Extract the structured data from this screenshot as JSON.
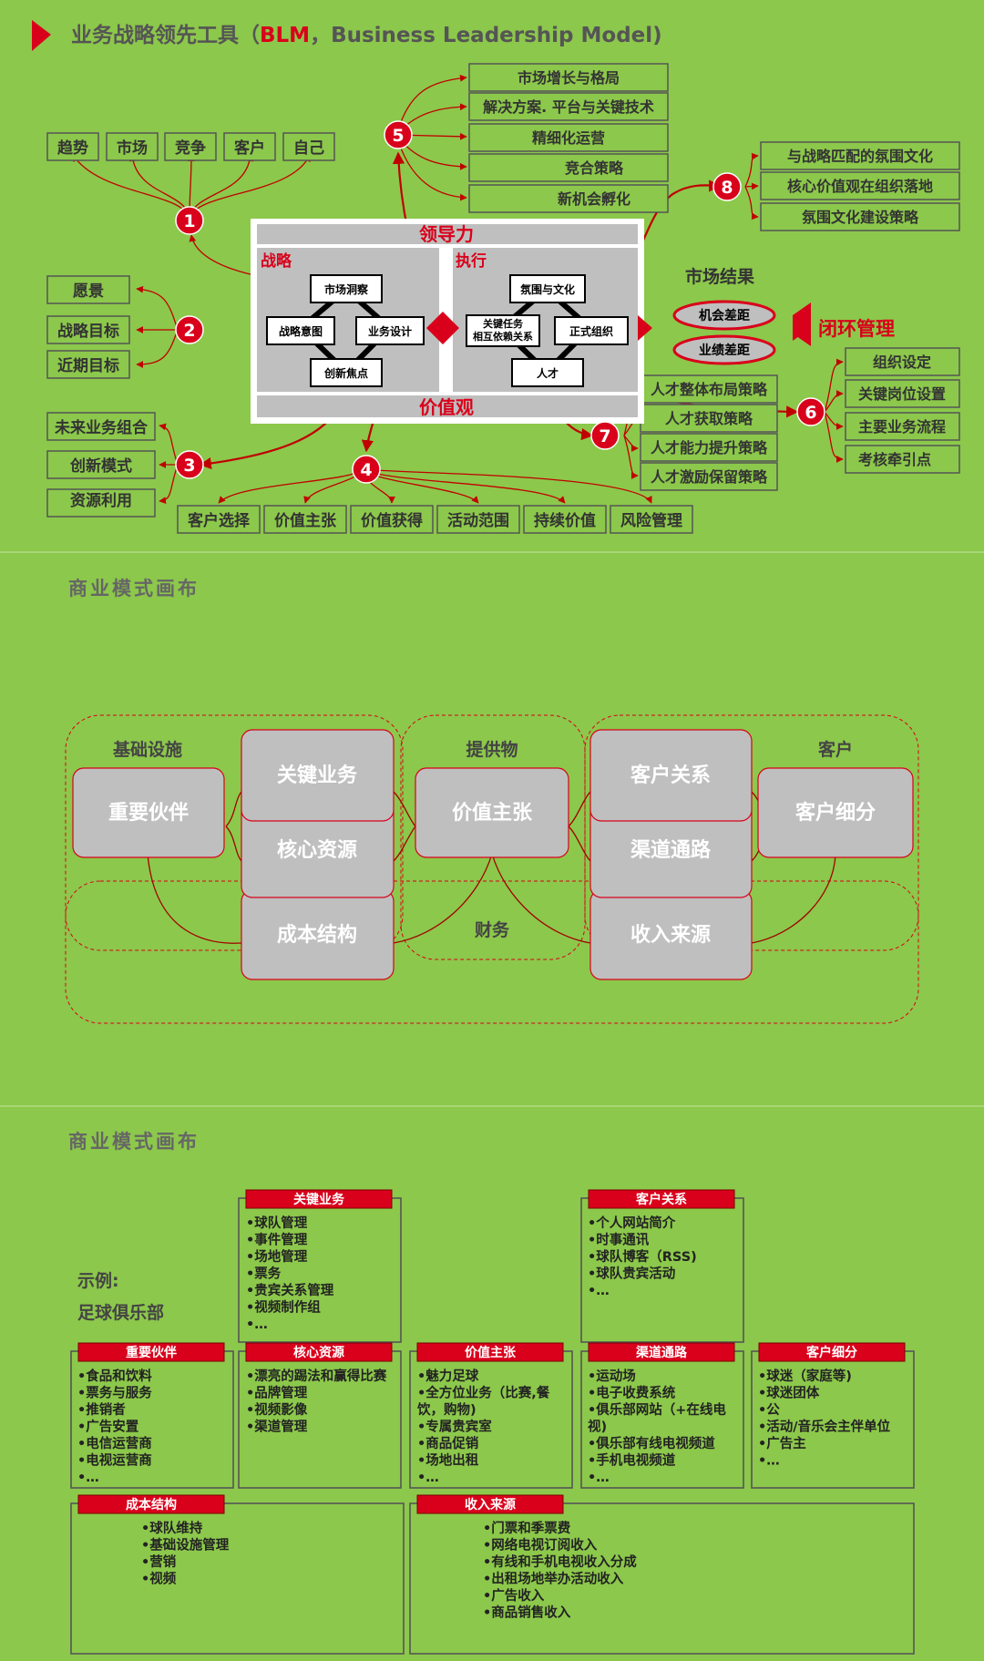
{
  "blm": {
    "title_prefix": "业务战略领先工具（",
    "title_blm": "BLM",
    "title_suffix": "，Business Leadership Model)",
    "top_boxes": [
      "趋势",
      "市场",
      "竞争",
      "客户",
      "自己"
    ],
    "n1": "1",
    "vision_boxes": [
      "愿景",
      "战略目标",
      "近期目标"
    ],
    "n2": "2",
    "model_boxes": [
      "未来业务组合",
      "创新模式",
      "资源利用"
    ],
    "n3": "3",
    "n4": "4",
    "bottom_boxes": [
      "客户选择",
      "价值主张",
      "价值获得",
      "活动范围",
      "持续价值",
      "风险管理"
    ],
    "n5": "5",
    "five_boxes": [
      "市场增长与格局",
      "解决方案. 平台与关键技术",
      "精细化运营",
      "竞合策略",
      "新机会孵化"
    ],
    "center": {
      "leadership": "领导力",
      "values": "价值观",
      "strategy": "战略",
      "execution": "执行",
      "market_insight": "市场洞察",
      "strategic_intent": "战略意图",
      "business_design": "业务设计",
      "innovation_focus": "创新焦点",
      "atmosphere_culture": "氛围与文化",
      "key_tasks_line1": "关键任务",
      "key_tasks_line2": "相互依赖关系",
      "formal_org": "正式组织",
      "talent": "人才"
    },
    "n8": "8",
    "eight_boxes": [
      "与战略匹配的氛围文化",
      "核心价值观在组织落地",
      "氛围文化建设策略"
    ],
    "market_result": "市场结果",
    "gap_opportunity": "机会差距",
    "gap_performance": "业绩差距",
    "closed_loop": "闭环管理",
    "n6": "6",
    "six_boxes": [
      "组织设定",
      "关键岗位设置",
      "主要业务流程",
      "考核牵引点"
    ],
    "n7": "7",
    "seven_boxes": [
      "人才整体布局策略",
      "人才获取策略",
      "人才能力提升策略",
      "人才激励保留策略"
    ]
  },
  "canvas1": {
    "title": "商业模式画布",
    "group_infra": "基础设施",
    "group_offer": "提供物",
    "group_customer": "客户",
    "group_finance": "财务",
    "key_partners": "重要伙伴",
    "key_activities": "关键业务",
    "key_resources": "核心资源",
    "value_prop": "价值主张",
    "customer_rel": "客户关系",
    "channels": "渠道通路",
    "segments": "客户细分",
    "cost": "成本结构",
    "revenue": "收入来源"
  },
  "canvas2": {
    "title": "商业模式画布",
    "example_label": "示例:",
    "example_name": "足球俱乐部",
    "key_activities": {
      "title": "关键业务",
      "items": [
        "球队管理",
        "事件管理",
        "场地管理",
        "票务",
        "贵宾关系管理",
        "视频制作组",
        "…"
      ]
    },
    "customer_rel": {
      "title": "客户关系",
      "items": [
        "个人网站简介",
        "时事通讯",
        "球队博客（RSS)",
        "球队贵宾活动",
        "…"
      ]
    },
    "key_partners": {
      "title": "重要伙伴",
      "items": [
        "食品和饮料",
        "票务与服务",
        "推销者",
        "广告安置",
        "电信运营商",
        "电视运营商",
        "…"
      ]
    },
    "key_resources": {
      "title": "核心资源",
      "items": [
        "漂亮的踢法和赢得比赛",
        "品牌管理",
        "视频影像",
        "渠道管理"
      ]
    },
    "value_prop": {
      "title": "价值主张",
      "items": [
        "魅力足球",
        "全方位业务（比赛,餐饮，购物)",
        "专属贵宾室",
        "商品促销",
        "场地出租",
        "…"
      ]
    },
    "channels": {
      "title": "渠道通路",
      "items": [
        "运动场",
        "电子收费系统",
        "俱乐部网站（+在线电视)",
        "俱乐部有线电视频道",
        "手机电视频道",
        "…"
      ]
    },
    "segments": {
      "title": "客户细分",
      "items": [
        "球迷（家庭等)",
        "球迷团体",
        "公",
        "活动/音乐会主伴单位",
        "广告主",
        "…"
      ]
    },
    "cost": {
      "title": "成本结构",
      "items": [
        "球队维持",
        "基础设施管理",
        "营销",
        "视频"
      ]
    },
    "revenue": {
      "title": "收入来源",
      "items": [
        "门票和季票费",
        "网络电视订阅收入",
        "有线和手机电视收入分成",
        "出租场地举办活动收入",
        "广告收入",
        "商品销售收入"
      ]
    }
  },
  "colors": {
    "background": "#8cc84b",
    "accent": "#d9001b",
    "box_gray": "#bfbfbf",
    "box_border": "#404040"
  }
}
